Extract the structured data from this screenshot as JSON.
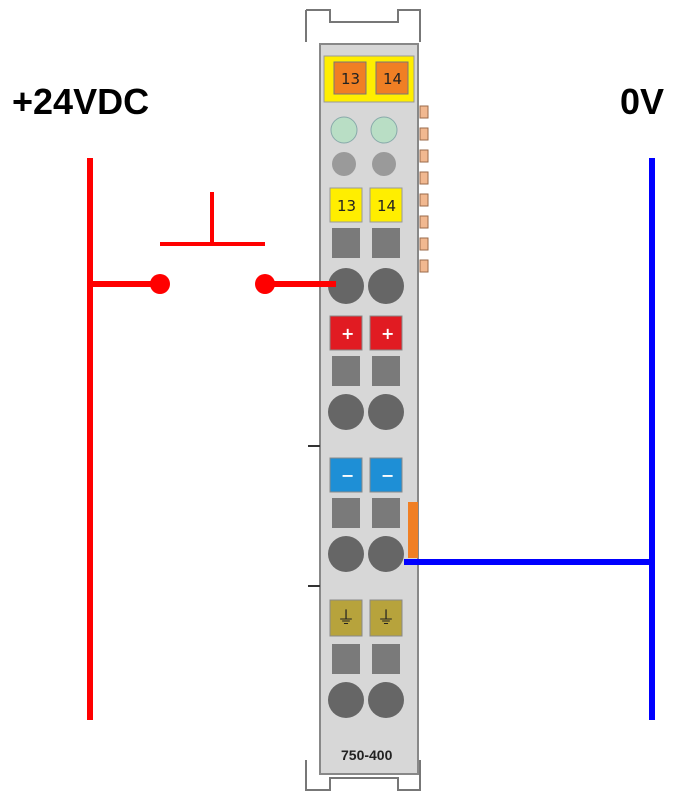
{
  "supply": {
    "positive_label": "+24VDC",
    "negative_label": "0V"
  },
  "module": {
    "part_number": "750-400",
    "top_channels": [
      "13",
      "14"
    ],
    "input_channels": [
      "13",
      "14"
    ],
    "plus_symbol": "+",
    "minus_symbol": "−",
    "ground_symbol": "⏚"
  },
  "colors": {
    "positive_wire": "#ff0000",
    "negative_wire": "#0000ff",
    "module_body": "#d7d7d7",
    "top_marker": "#f07f24",
    "input_marker": "#ffee00",
    "plus_terminal": "#e11b22",
    "minus_terminal": "#1e8fd6",
    "ground_terminal": "#b7a33c"
  }
}
